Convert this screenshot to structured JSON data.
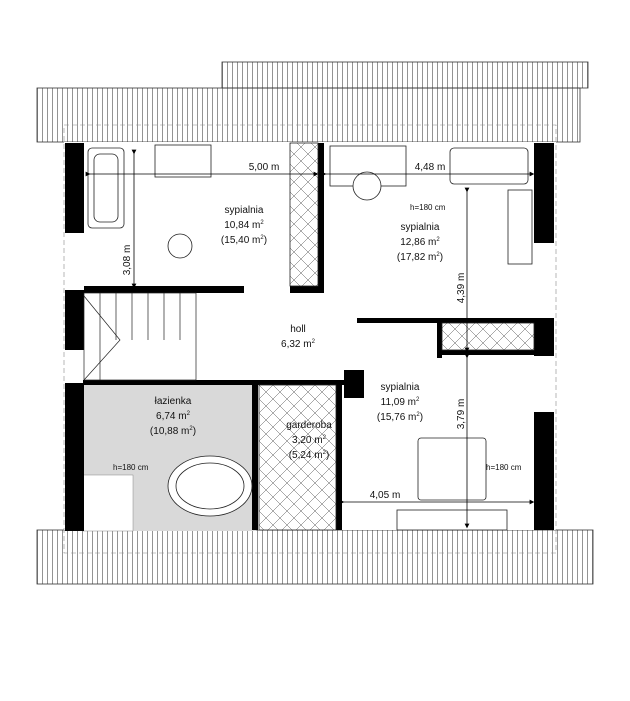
{
  "rooms": {
    "bedroom1": {
      "name": "sypialnia",
      "area": "10,84 m",
      "area_total": "(15,40 m",
      "sup": "2",
      "close": ")"
    },
    "bedroom2": {
      "name": "sypialnia",
      "area": "12,86 m",
      "area_total": "(17,82 m",
      "sup": "2",
      "close": ")"
    },
    "bedroom3": {
      "name": "sypialnia",
      "area": "11,09 m",
      "area_total": "(15,76 m",
      "sup": "2",
      "close": ")"
    },
    "hall": {
      "name": "holl",
      "area": "6,32 m",
      "sup": "2"
    },
    "bathroom": {
      "name": "łazienka",
      "area": "6,74 m",
      "area_total": "(10,88 m",
      "sup": "2",
      "close": ")"
    },
    "wardrobe": {
      "name": "garderoba",
      "area": "3,20 m",
      "area_total": "(5,24 m",
      "sup": "2",
      "close": ")"
    }
  },
  "dimensions": {
    "d1": "5,00 m",
    "d2": "4,48 m",
    "d3": "3,08 m",
    "d4": "4,39 m",
    "d5": "3,79 m",
    "d6": "4,05 m"
  },
  "heights": {
    "h1": "h=180 cm",
    "h2": "h=180 cm",
    "h3": "h=180 cm"
  },
  "colors": {
    "wall": "#000000",
    "bathroom_floor": "#d9d9d9",
    "roof_lines": "#555555"
  }
}
